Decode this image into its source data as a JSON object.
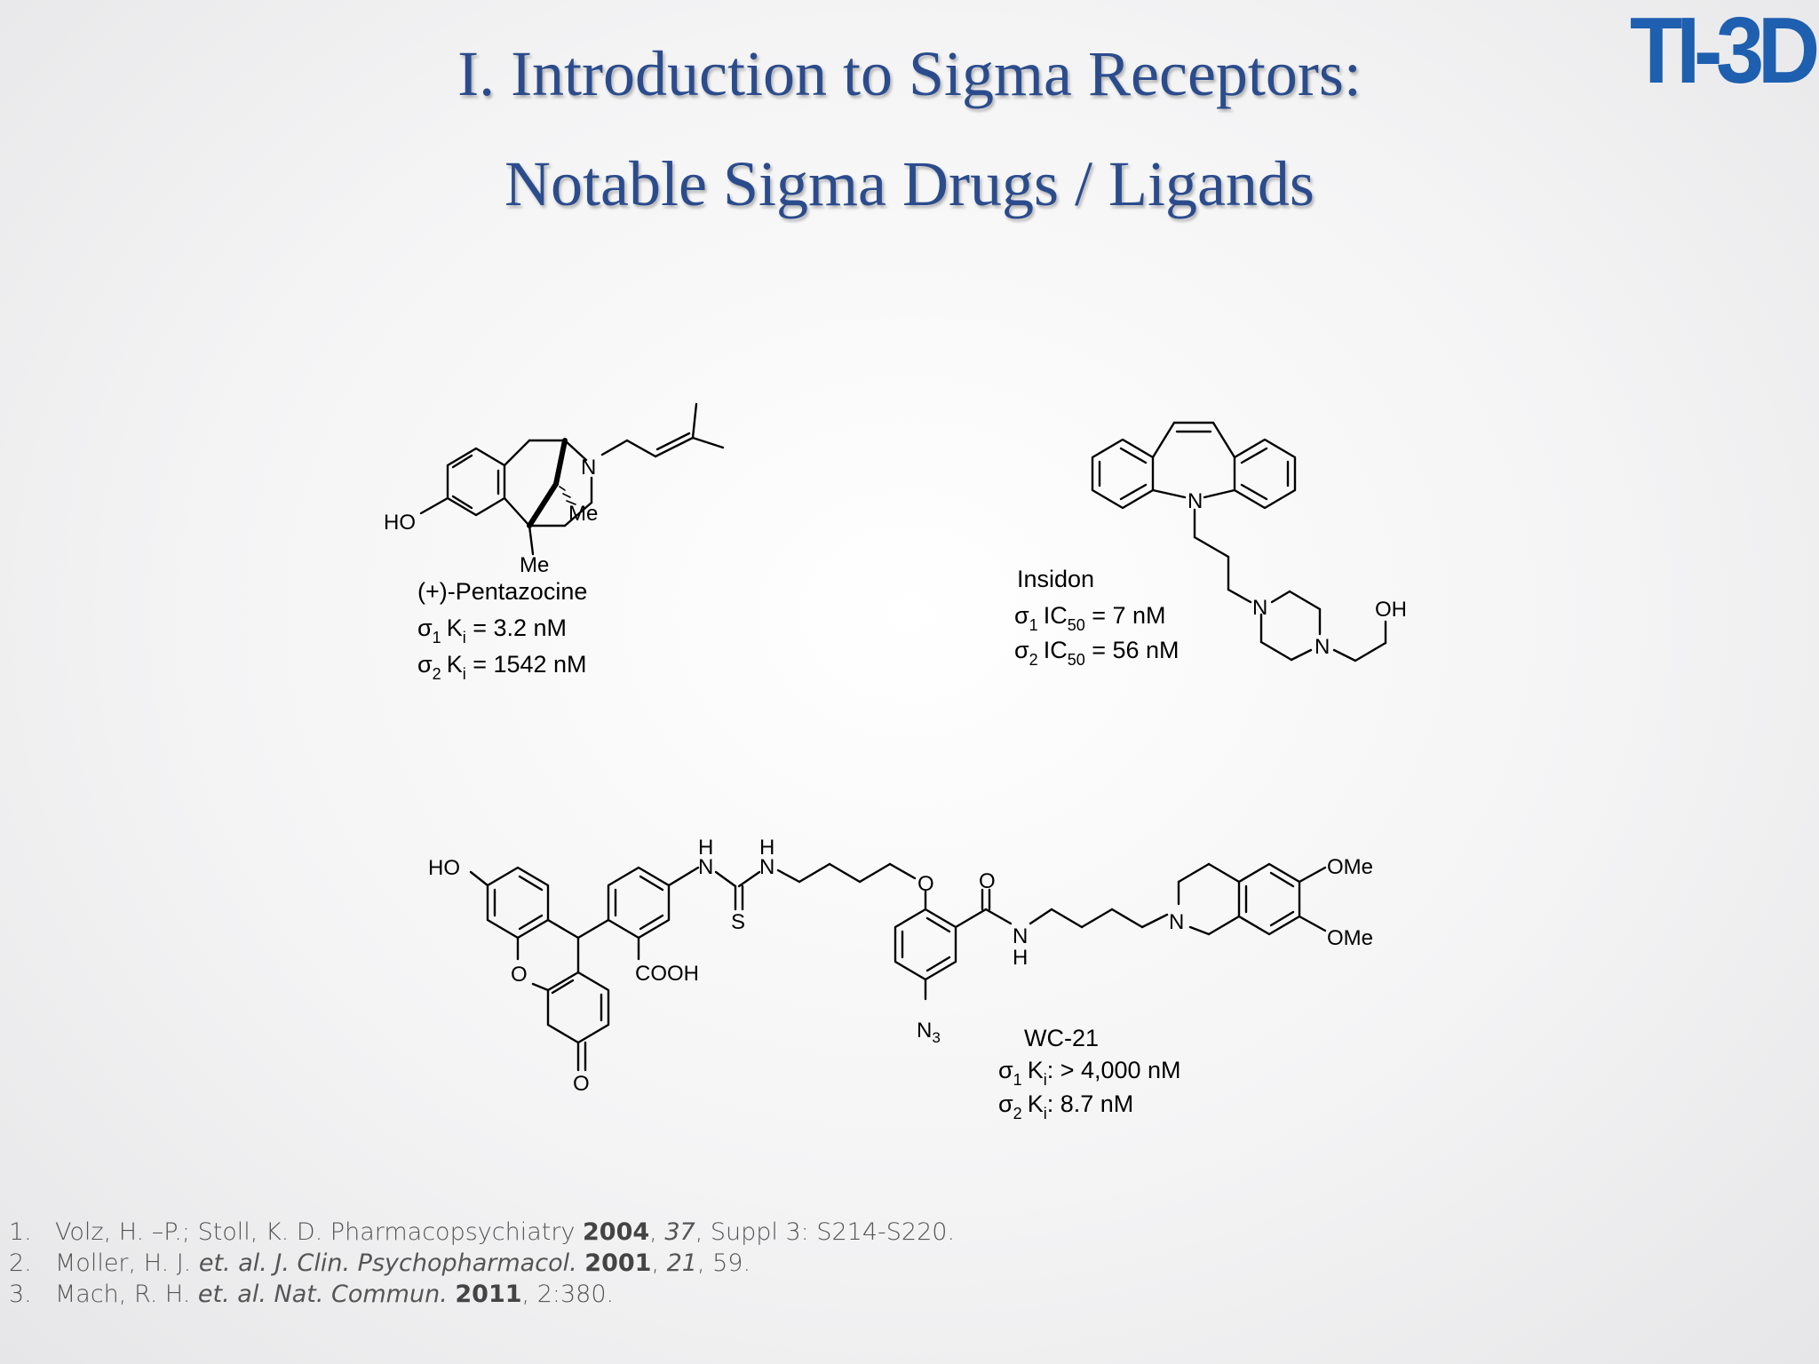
{
  "slide": {
    "title_line1": "I. Introduction to Sigma Receptors:",
    "title_line2": "Notable Sigma Drugs / Ligands",
    "logo": "TI-3D",
    "accent_color": "#2b4c8c",
    "logo_color": "#1f5fb0"
  },
  "compounds": {
    "pentazocine": {
      "atoms": {
        "ho": "HO",
        "n": "N",
        "me_bridge": "Me",
        "me_bottom": "Me"
      },
      "name": "(+)-Pentazocine",
      "sigma1": {
        "sym": "σ",
        "sub": "1",
        "k": "K",
        "ksub": "i",
        "value": " = 3.2 nM"
      },
      "sigma2": {
        "sym": "σ",
        "sub": "2",
        "k": "K",
        "ksub": "i",
        "value": " = 1542 nM"
      }
    },
    "insidon": {
      "atoms": {
        "n_ring": "N",
        "n_pip1": "N",
        "n_pip2": "N",
        "oh": "OH"
      },
      "name": "Insidon",
      "sigma1": {
        "sym": "σ",
        "sub": "1",
        "k": "IC",
        "ksub": "50",
        "value": " = 7 nM"
      },
      "sigma2": {
        "sym": "σ",
        "sub": "2",
        "k": "IC",
        "ksub": "50",
        "value": " = 56 nM"
      }
    },
    "wc21": {
      "atoms": {
        "ho": "HO",
        "o_ring": "O",
        "o_keto": "O",
        "cooh": "COOH",
        "nh1_h": "H",
        "nh1_n": "N",
        "nh2_h": "H",
        "nh2_n": "N",
        "s": "S",
        "o_ether": "O",
        "o_amide": "O",
        "amide_n": "N",
        "amide_h": "H",
        "n3": "N",
        "n3_sub": "3",
        "n_thiq": "N",
        "ome1": "OMe",
        "ome2": "OMe"
      },
      "name": "WC-21",
      "sigma1": {
        "sym": "σ",
        "sub": "1",
        "k": "K",
        "ksub": "i",
        "value": ": > 4,000 nM"
      },
      "sigma2": {
        "sym": "σ",
        "sub": "2",
        "k": "K",
        "ksub": "i",
        "value": ": 8.7 nM"
      }
    }
  },
  "references": [
    {
      "num": "1.",
      "authors": "Volz, H. –P.; Stoll, K. D. Pharmacopsychiatry ",
      "year": "2004",
      "mid": ", ",
      "volume": "37",
      "rest": ",  Suppl 3: S214-S220."
    },
    {
      "num": "2.",
      "authors": "Moller, H. J. ",
      "etal": "et. al.",
      "sep": " ",
      "journal": "J. Clin. Psychopharmacol.",
      "sp": " ",
      "year": "2001",
      "mid": ", ",
      "volume": "21",
      "rest": ", 59."
    },
    {
      "num": "3.",
      "authors": "Mach, R. H. ",
      "etal": "et. al.",
      "sep": " ",
      "journal": "Nat. Commun.",
      "sp": " ",
      "year": "2011",
      "rest": ", 2:380."
    }
  ]
}
